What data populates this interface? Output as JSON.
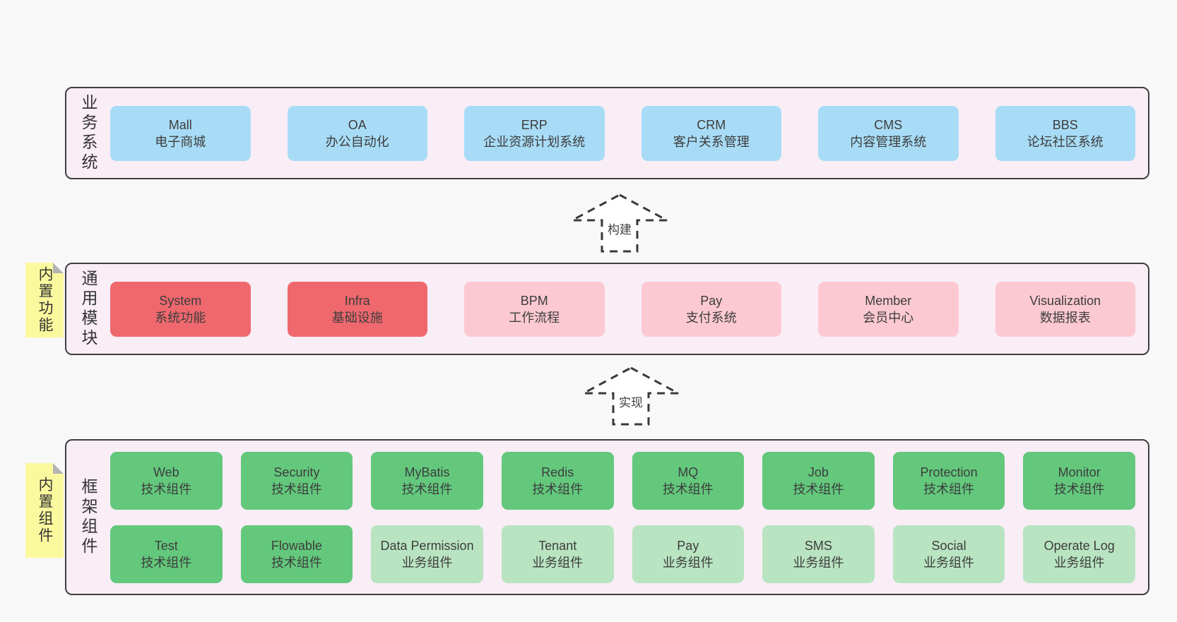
{
  "colors": {
    "page_bg": "#f8f8f8",
    "panel_bg": "#f9edf6",
    "panel_border": "#3f3f3f",
    "blue": "#a8dcf6",
    "red": "#ef686e",
    "pink": "#fcc9d2",
    "green": "#63c87c",
    "green_light": "#b9e4c1",
    "sticky_yellow": "#fbf99e",
    "sticky_fold": "#b4b4b4",
    "text": "#3d3d3d"
  },
  "arrows": [
    {
      "label": "构建"
    },
    {
      "label": "实现"
    }
  ],
  "layers": {
    "business": {
      "side_label": "业务系统",
      "boxes": [
        {
          "name": "Mall",
          "subtitle": "电子商城",
          "color": "blue"
        },
        {
          "name": "OA",
          "subtitle": "办公自动化",
          "color": "blue"
        },
        {
          "name": "ERP",
          "subtitle": "企业资源计划系统",
          "color": "blue"
        },
        {
          "name": "CRM",
          "subtitle": "客户关系管理",
          "color": "blue"
        },
        {
          "name": "CMS",
          "subtitle": "内容管理系统",
          "color": "blue"
        },
        {
          "name": "BBS",
          "subtitle": "论坛社区系统",
          "color": "blue"
        }
      ]
    },
    "modules": {
      "side_label": "通用模块",
      "sticky_label": "内置功能",
      "boxes": [
        {
          "name": "System",
          "subtitle": "系统功能",
          "color": "red"
        },
        {
          "name": "Infra",
          "subtitle": "基础设施",
          "color": "red"
        },
        {
          "name": "BPM",
          "subtitle": "工作流程",
          "color": "pink"
        },
        {
          "name": "Pay",
          "subtitle": "支付系统",
          "color": "pink"
        },
        {
          "name": "Member",
          "subtitle": "会员中心",
          "color": "pink"
        },
        {
          "name": "Visualization",
          "subtitle": "数据报表",
          "color": "pink"
        }
      ]
    },
    "components": {
      "side_label": "框架组件",
      "sticky_label": "内置组件",
      "rows": [
        [
          {
            "name": "Web",
            "subtitle": "技术组件",
            "color": "green"
          },
          {
            "name": "Security",
            "subtitle": "技术组件",
            "color": "green"
          },
          {
            "name": "MyBatis",
            "subtitle": "技术组件",
            "color": "green"
          },
          {
            "name": "Redis",
            "subtitle": "技术组件",
            "color": "green"
          },
          {
            "name": "MQ",
            "subtitle": "技术组件",
            "color": "green"
          },
          {
            "name": "Job",
            "subtitle": "技术组件",
            "color": "green"
          },
          {
            "name": "Protection",
            "subtitle": "技术组件",
            "color": "green"
          },
          {
            "name": "Monitor",
            "subtitle": "技术组件",
            "color": "green"
          }
        ],
        [
          {
            "name": "Test",
            "subtitle": "技术组件",
            "color": "green"
          },
          {
            "name": "Flowable",
            "subtitle": "技术组件",
            "color": "green"
          },
          {
            "name": "Data Permission",
            "subtitle": "业务组件",
            "color": "green_light"
          },
          {
            "name": "Tenant",
            "subtitle": "业务组件",
            "color": "green_light"
          },
          {
            "name": "Pay",
            "subtitle": "业务组件",
            "color": "green_light"
          },
          {
            "name": "SMS",
            "subtitle": "业务组件",
            "color": "green_light"
          },
          {
            "name": "Social",
            "subtitle": "业务组件",
            "color": "green_light"
          },
          {
            "name": "Operate Log",
            "subtitle": "业务组件",
            "color": "green_light"
          }
        ]
      ]
    }
  }
}
